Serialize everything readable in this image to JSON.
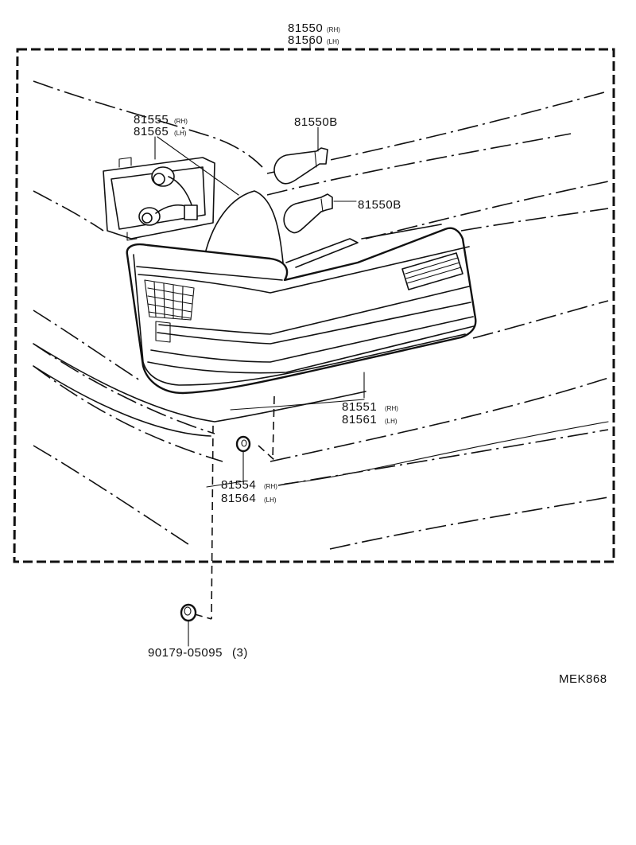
{
  "labels": {
    "assembly_main": "81550",
    "assembly_main_side": "(RH)",
    "assembly_alt": "81560",
    "assembly_alt_side": "(LH)",
    "socket_main": "81555",
    "socket_main_side": "(RH)",
    "socket_alt": "81565",
    "socket_alt_side": "(LH)",
    "bulb_upper": "81550B",
    "bulb_lower": "81550B",
    "lens_main": "81551",
    "lens_main_side": "(RH)",
    "lens_alt": "81561",
    "lens_alt_side": "(LH)",
    "gasket_main": "81554",
    "gasket_main_side": "(RH)",
    "gasket_alt": "81564",
    "gasket_alt_side": "(LH)",
    "nut_part": "90179-05095",
    "nut_qty": "(3)",
    "drawing_code": "MEK868"
  }
}
